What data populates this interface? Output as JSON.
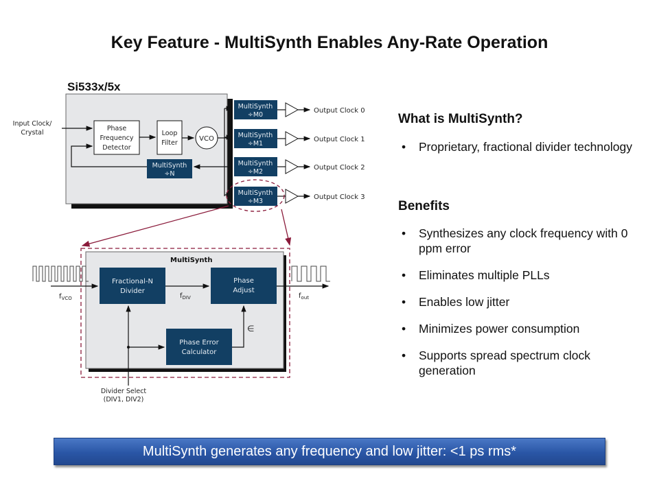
{
  "title": "Key Feature - MultiSynth Enables Any-Rate Operation",
  "chip_label": "Si533x/5x",
  "top_diagram": {
    "input_label_1": "Input Clock/",
    "input_label_2": "Crystal",
    "pfd_1": "Phase",
    "pfd_2": "Frequency",
    "pfd_3": "Detector",
    "loop_1": "Loop",
    "loop_2": "Filter",
    "vco": "VCO",
    "ms_n_1": "MultiSynth",
    "ms_n_2": "÷N",
    "multisynths": [
      {
        "l1": "MultiSynth",
        "l2": "÷M0",
        "out": "Output Clock 0"
      },
      {
        "l1": "MultiSynth",
        "l2": "÷M1",
        "out": "Output Clock 1"
      },
      {
        "l1": "MultiSynth",
        "l2": "÷M2",
        "out": "Output Clock 2"
      },
      {
        "l1": "MultiSynth",
        "l2": "÷M3",
        "out": "Output Clock 3"
      }
    ]
  },
  "bottom_diagram": {
    "title": "MultiSynth",
    "frac_1": "Fractional-N",
    "frac_2": "Divider",
    "phase_adj_1": "Phase",
    "phase_adj_2": "Adjust",
    "pec_1": "Phase Error",
    "pec_2": "Calculator",
    "fvco_f": "f",
    "fvco_sub": "VCO",
    "fdiv_f": "f",
    "fdiv_sub": "DIV",
    "fout_f": "f",
    "fout_sub": "out",
    "epsilon": "∈",
    "divsel_1": "Divider Select",
    "divsel_2": "(DIV1, DIV2)"
  },
  "right": {
    "heading1": "What is MultiSynth?",
    "bullets1": [
      "Proprietary, fractional divider technology"
    ],
    "heading2": "Benefits",
    "bullets2": [
      "Synthesizes any clock frequency with 0 ppm error",
      "Eliminates multiple PLLs",
      "Enables low jitter",
      "Minimizes power consumption",
      "Supports spread spectrum clock generation"
    ]
  },
  "banner": "MultiSynth generates any frequency and low jitter: <1 ps rms*",
  "colors": {
    "block_navy": "#123f63",
    "accent_red": "#8a1a3a",
    "banner_blue": "#2f5da8"
  }
}
